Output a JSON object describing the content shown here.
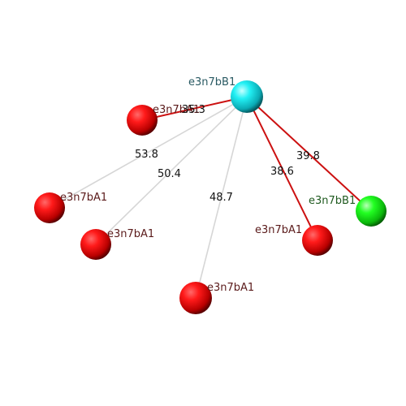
{
  "hub": {
    "label": "e3n7bB1",
    "color": "#1ab8c4"
  },
  "nodes": [
    {
      "id": "n1",
      "label": "e3n7bA1",
      "color": "red",
      "label_color": "#5a1a1a"
    },
    {
      "id": "n2",
      "label": "e3n7bA1",
      "color": "red",
      "label_color": "#5a1a1a"
    },
    {
      "id": "n3",
      "label": "e3n7bA1",
      "color": "red",
      "label_color": "#5a1a1a"
    },
    {
      "id": "n4",
      "label": "e3n7bA1",
      "color": "red",
      "label_color": "#5a1a1a"
    },
    {
      "id": "n5",
      "label": "e3n7bA1",
      "color": "red",
      "label_color": "#5a1a1a"
    },
    {
      "id": "n6",
      "label": "e3n7bB1",
      "color": "green",
      "label_color": "#1f5a1f"
    }
  ],
  "edges": [
    {
      "to": "n1",
      "label": "35.3",
      "color": "#cc1111"
    },
    {
      "to": "n2",
      "label": "53.8",
      "color": "#d6d6d6"
    },
    {
      "to": "n3",
      "label": "50.4",
      "color": "#d6d6d6"
    },
    {
      "to": "n4",
      "label": "48.7",
      "color": "#d6d6d6"
    },
    {
      "to": "n5",
      "label": "38.6",
      "color": "#cc1111"
    },
    {
      "to": "n6",
      "label": "39.8",
      "color": "#cc1111"
    }
  ],
  "colors": {
    "hub_label": "#2a5a63"
  }
}
